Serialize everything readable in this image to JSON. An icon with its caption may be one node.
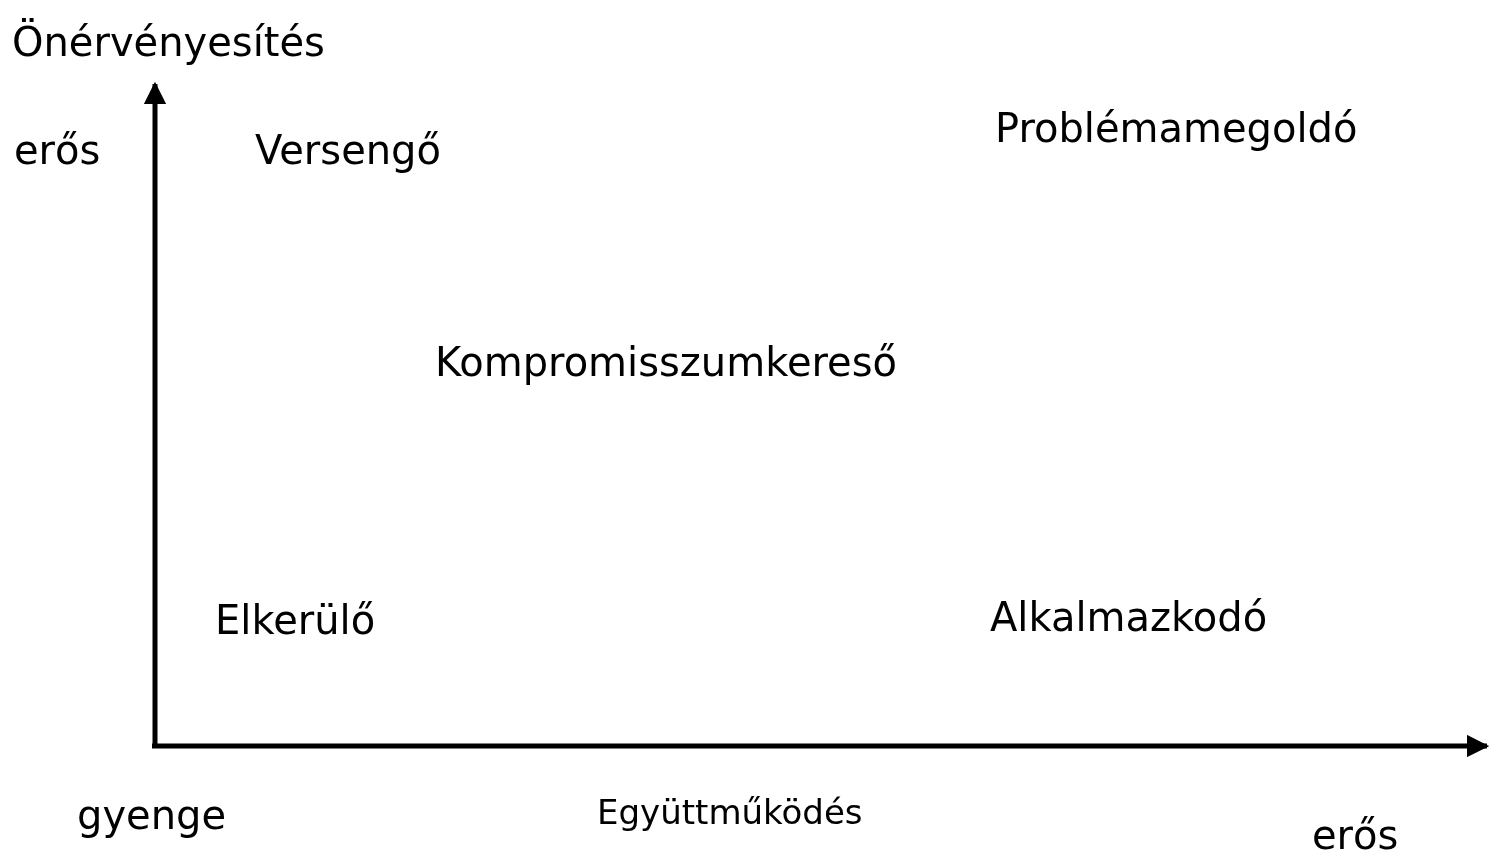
{
  "diagram": {
    "labels": [
      "Önérvényesítés",
      "erős",
      "Versengő",
      "Problémamegoldó",
      "Kompromisszumkereső",
      "Elkerülő",
      "Alkalmazkodó",
      "gyenge",
      "Együttműködés",
      "erős"
    ]
  }
}
